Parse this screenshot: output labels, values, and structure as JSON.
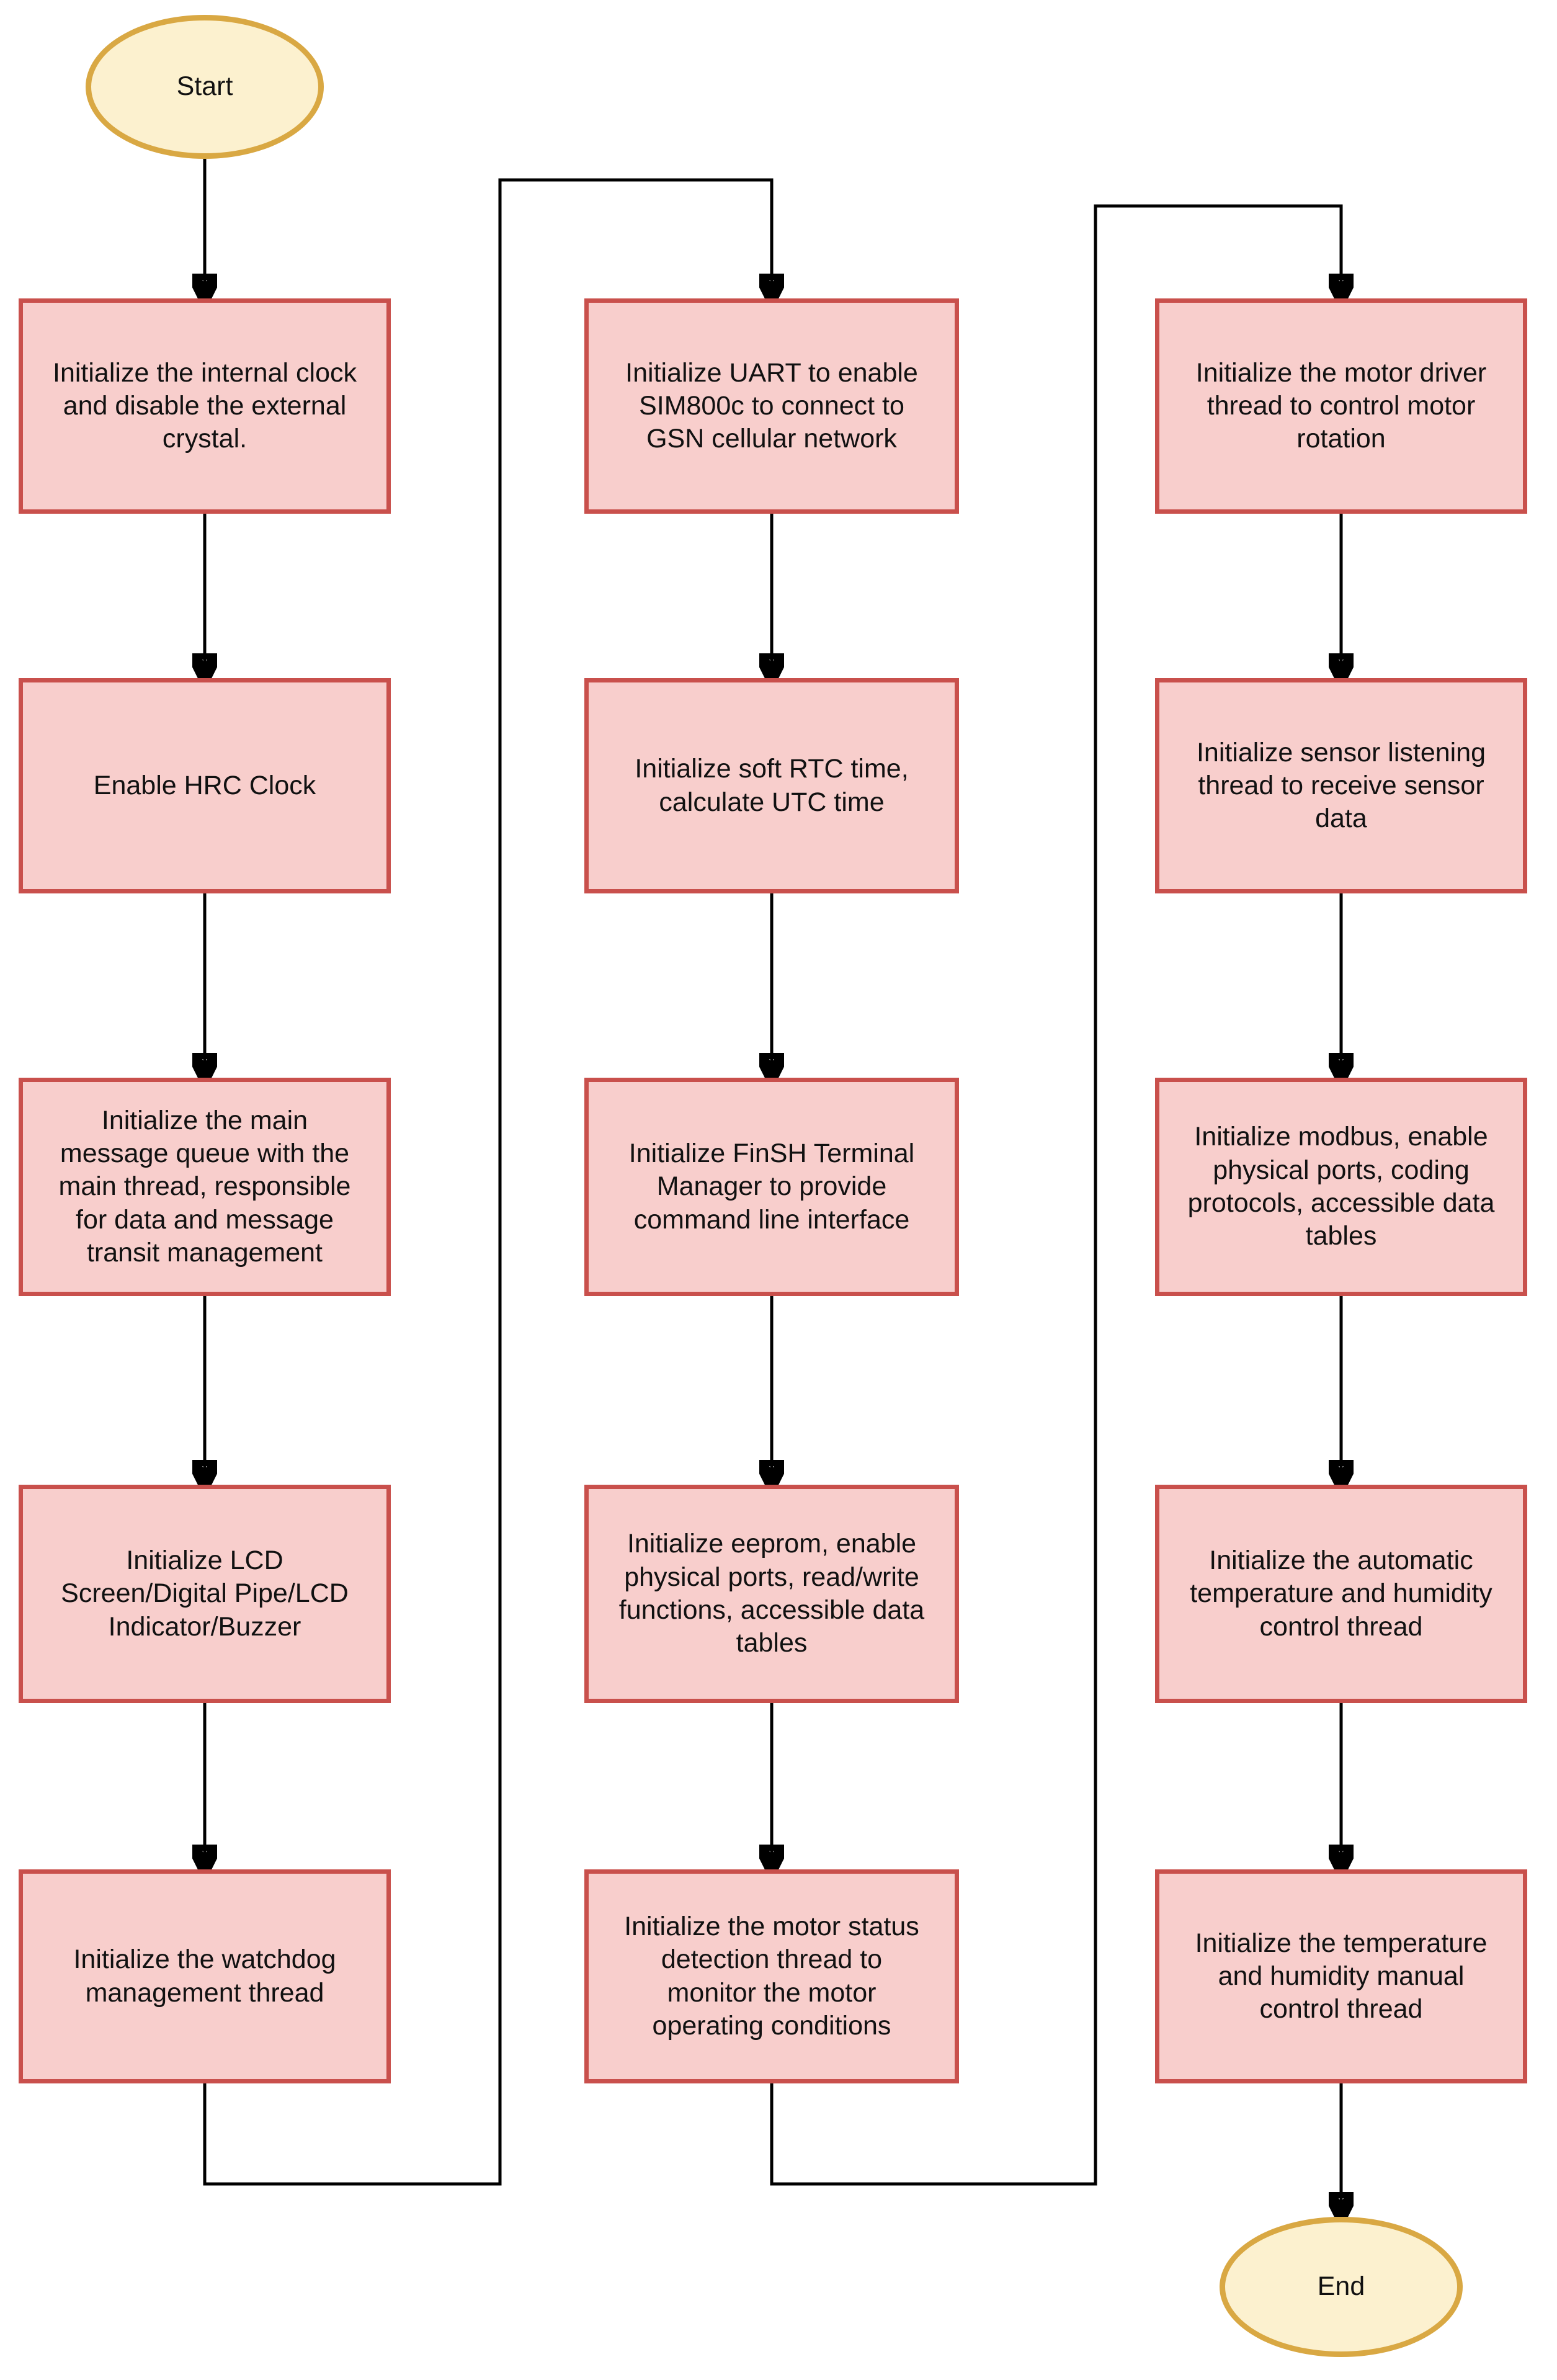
{
  "flowchart": {
    "start": {
      "label": "Start"
    },
    "end": {
      "label": "End"
    },
    "columns": [
      {
        "boxes": [
          {
            "label": "Initialize the internal clock\nand disable the external\ncrystal."
          },
          {
            "label": "Enable HRC Clock"
          },
          {
            "label": "Initialize the main\nmessage queue with the\nmain thread, responsible\nfor data and message\ntransit management"
          },
          {
            "label": "Initialize LCD\nScreen/Digital Pipe/LCD\nIndicator/Buzzer"
          },
          {
            "label": "Initialize the watchdog\nmanagement thread"
          }
        ]
      },
      {
        "boxes": [
          {
            "label": "Initialize UART to enable\nSIM800c to connect to\nGSN cellular network"
          },
          {
            "label": "Initialize soft RTC time,\ncalculate UTC time"
          },
          {
            "label": "Initialize FinSH Terminal\nManager to provide\ncommand line interface"
          },
          {
            "label": "Initialize eeprom, enable\nphysical ports, read/write\nfunctions, accessible data\ntables"
          },
          {
            "label": "Initialize the motor status\ndetection thread to\nmonitor the motor\noperating conditions"
          }
        ]
      },
      {
        "boxes": [
          {
            "label": "Initialize the motor driver\nthread to control motor\nrotation"
          },
          {
            "label": "Initialize sensor listening\nthread to receive sensor\ndata"
          },
          {
            "label": "Initialize modbus, enable\nphysical ports, coding\nprotocols, accessible data\ntables"
          },
          {
            "label": "Initialize the automatic\ntemperature and humidity\ncontrol thread"
          },
          {
            "label": "Initialize the temperature\nand humidity manual\ncontrol thread"
          }
        ]
      }
    ]
  },
  "colors": {
    "process_fill": "#F8CECC",
    "process_stroke": "#C9504C",
    "terminal_fill": "#FCF1CF",
    "terminal_stroke": "#D9A843",
    "edge": "#000000",
    "text": "#111111",
    "background": "#FFFFFF"
  }
}
